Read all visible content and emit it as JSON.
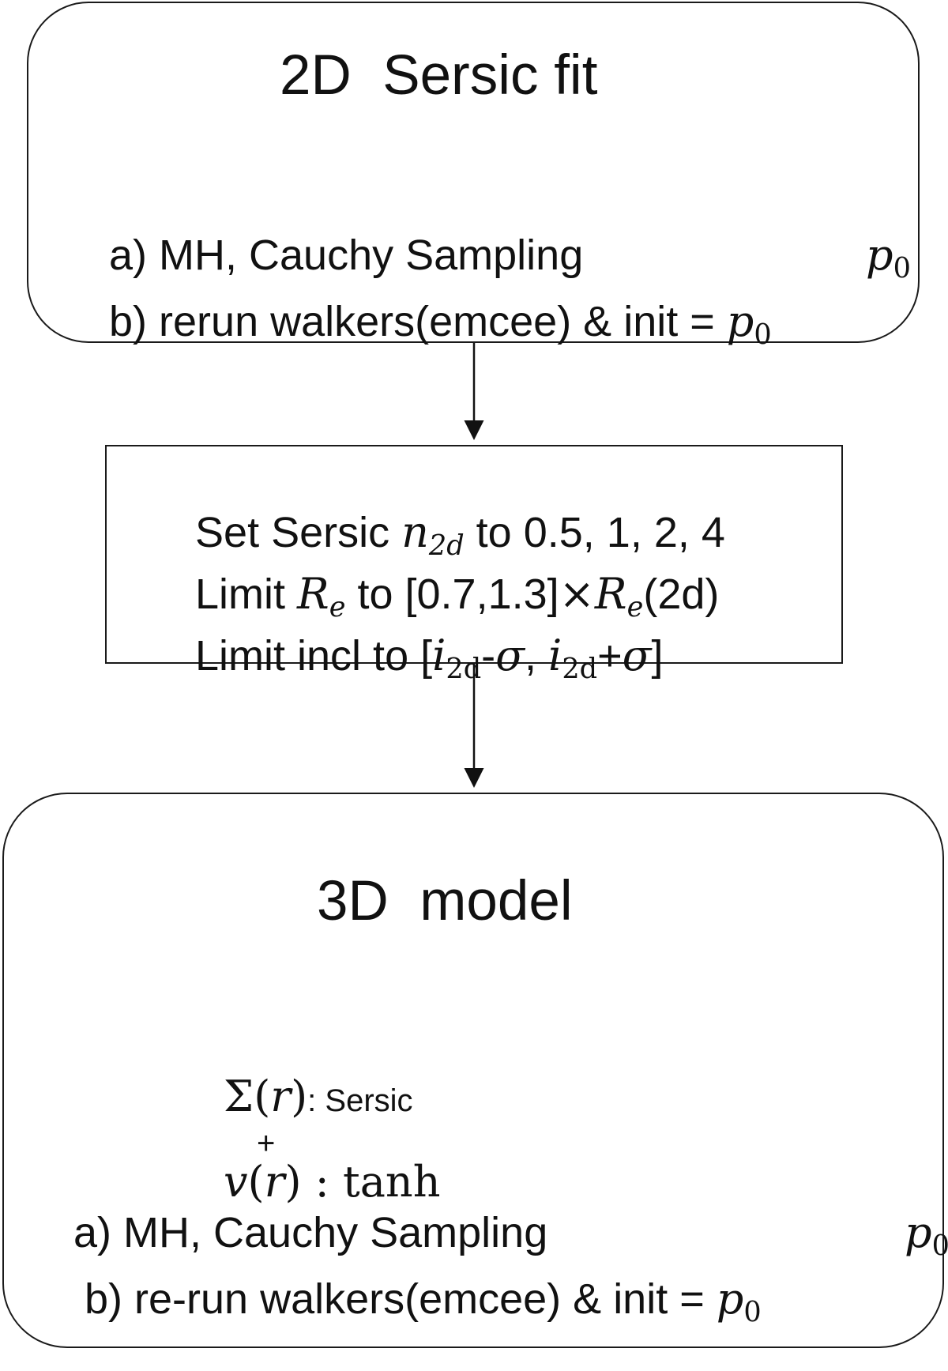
{
  "top_box": {
    "title": "2D  Sersic fit",
    "step_a": "a) MH, Cauchy Sampling",
    "step_a_result": "p",
    "step_a_result_sub": "0",
    "step_b": "b) rerun walkers(emcee) & init = ",
    "step_b_var": "p",
    "step_b_var_sub": "0"
  },
  "middle_box": {
    "line1_prefix": "Set Sersic ",
    "line1_var": "n",
    "line1_var_sub": "2d",
    "line1_suffix": " to 0.5, 1, 2, 4",
    "line2_prefix": "Limit ",
    "line2_var": "R",
    "line2_var_sub": "e",
    "line2_mid": " to [0.7,1.3]",
    "line2_times": "×",
    "line2_var2": "R",
    "line2_var2_sub": "e",
    "line2_suffix": "(2d)",
    "line3_prefix": "Limit incl to [",
    "line3_var1": "i",
    "line3_var1_sub": "2d",
    "line3_op1": "-",
    "line3_sigma1": "σ",
    "line3_comma": ", ",
    "line3_var2": "i",
    "line3_var2_sub": "2d",
    "line3_op2": "+",
    "line3_sigma2": "σ",
    "line3_close": "]"
  },
  "bottom_box": {
    "title": "3D  model",
    "sigma_symbol": "Σ(",
    "sigma_var": "r",
    "sigma_close": ")",
    "sigma_label": ": Sersic",
    "plus": "+",
    "v_var": "v",
    "v_open": "(",
    "v_r": "r",
    "v_close": ")",
    "v_label": " : tanh",
    "step_a": "a) MH, Cauchy Sampling",
    "step_a_result": "p",
    "step_a_result_sub": "0",
    "step_b": "b) re-run walkers(emcee) & init = ",
    "step_b_var": "p",
    "step_b_var_sub": "0"
  },
  "colors": {
    "stroke": "#1a1a1a",
    "text": "#111111",
    "background": "#ffffff"
  }
}
